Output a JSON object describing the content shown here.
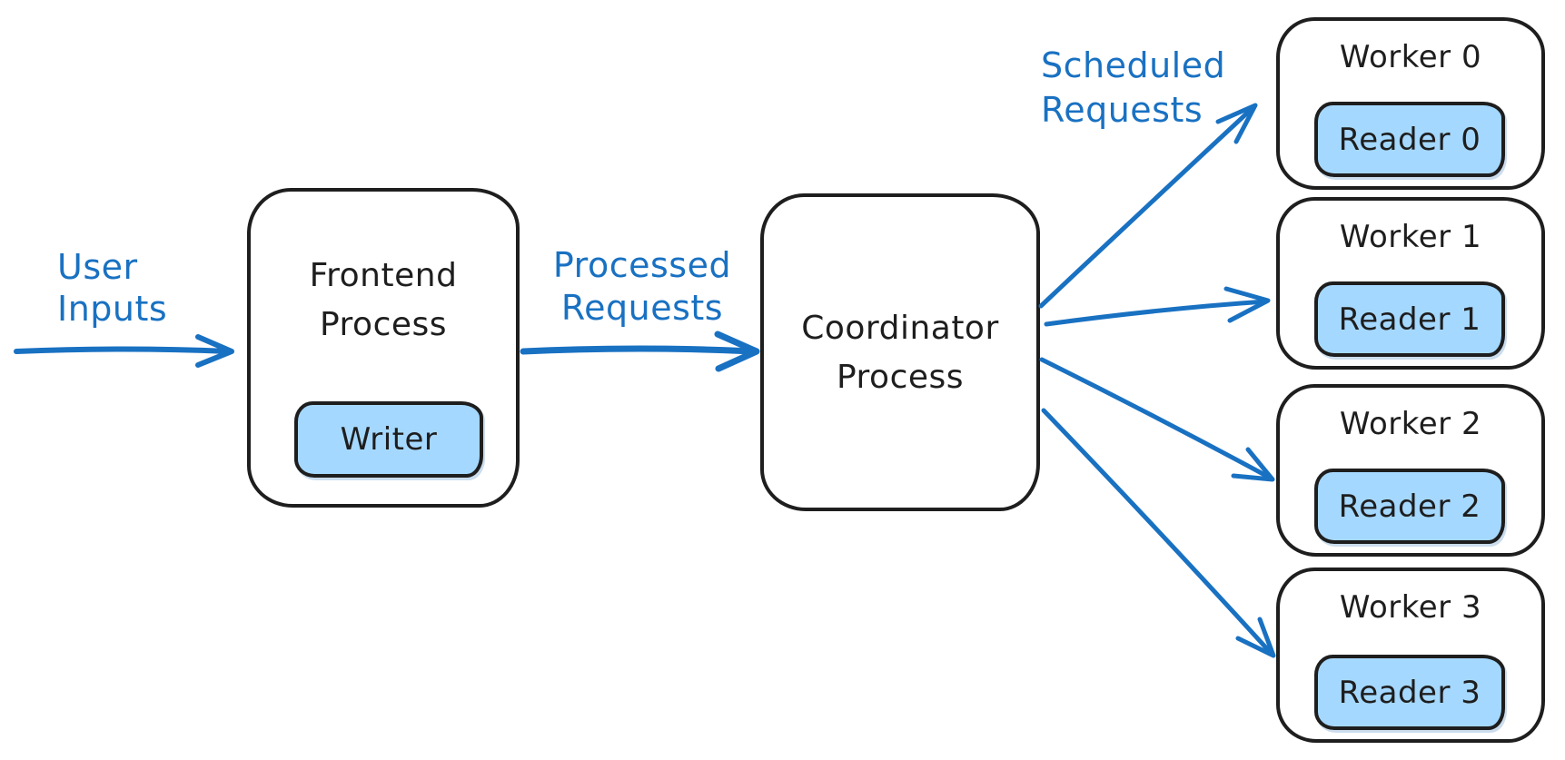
{
  "diagram": {
    "labels": {
      "user_inputs": [
        "User",
        "Inputs"
      ],
      "processed_requests": [
        "Processed",
        "Requests"
      ],
      "scheduled_requests": [
        "Scheduled",
        "Requests"
      ]
    },
    "frontend": {
      "title": [
        "Frontend",
        "Process"
      ],
      "writer": "Writer"
    },
    "coordinator": {
      "title": [
        "Coordinator",
        "Process"
      ]
    },
    "workers": [
      {
        "title": "Worker 0",
        "reader": "Reader 0"
      },
      {
        "title": "Worker 1",
        "reader": "Reader 1"
      },
      {
        "title": "Worker 2",
        "reader": "Reader 2"
      },
      {
        "title": "Worker 3",
        "reader": "Reader 3"
      }
    ],
    "colors": {
      "ink": "#1e1e1e",
      "accent_blue": "#1971c2",
      "fill_light_blue": "#a5d8ff",
      "background": "#ffffff"
    }
  }
}
